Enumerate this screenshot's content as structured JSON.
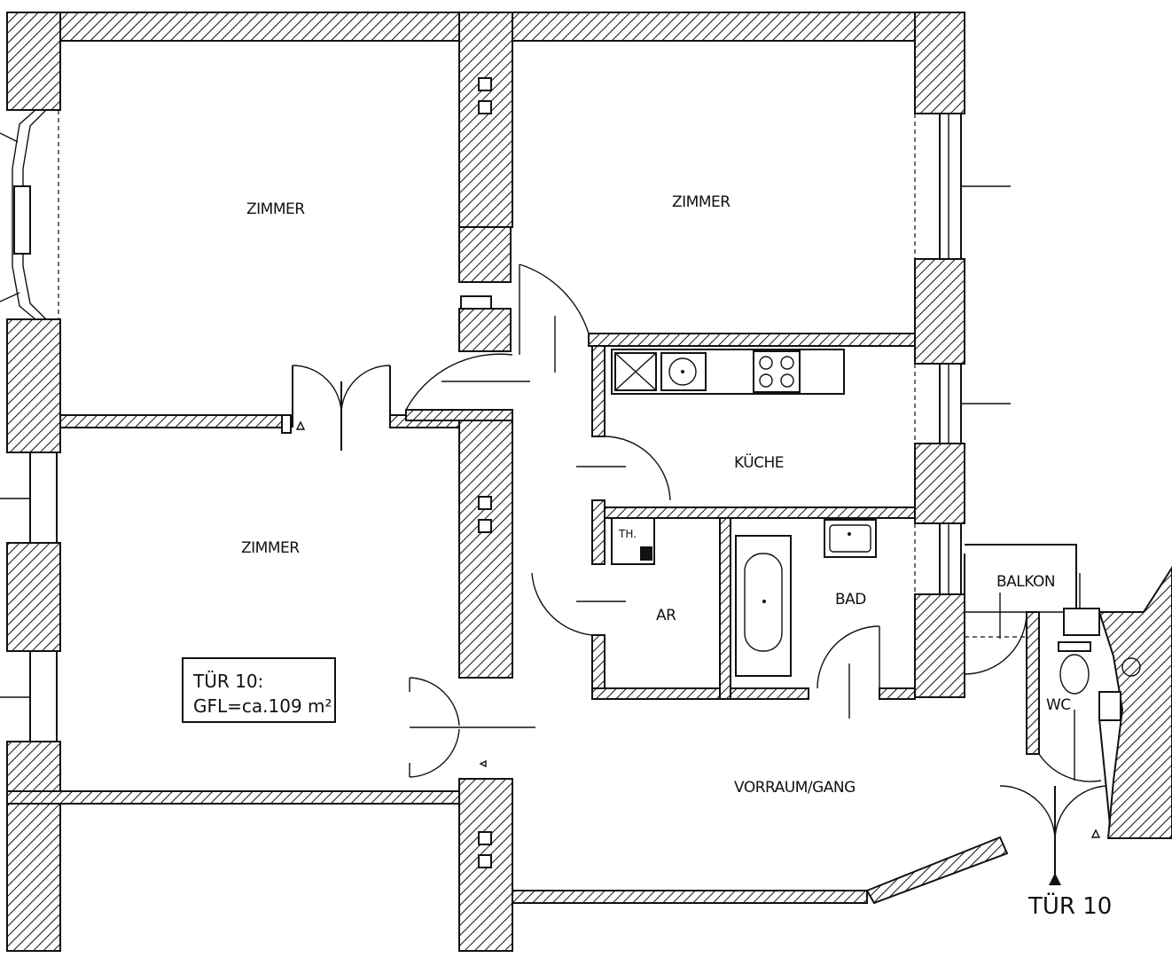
{
  "rooms": {
    "zimmer_top_left": "ZIMMER",
    "zimmer_top_right": "ZIMMER",
    "zimmer_bottom_left": "ZIMMER",
    "kueche": "KÜCHE",
    "ar": "AR",
    "bad": "BAD",
    "balkon": "BALKON",
    "wc": "WC",
    "vorraum": "VORRAUM/GANG",
    "th": "TH."
  },
  "info_box": {
    "line1": "TÜR 10:",
    "line2": "GFL=ca.109 m²"
  },
  "entrance_label": "TÜR 10"
}
